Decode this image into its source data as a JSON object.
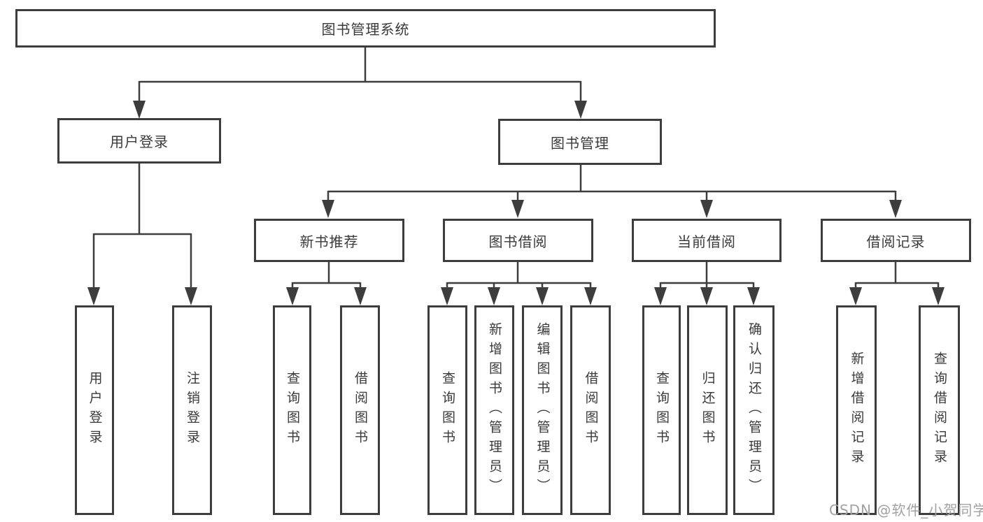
{
  "diagram": {
    "title": "图书管理系统",
    "branches": [
      {
        "label": "用户登录",
        "children": [
          "用户登录",
          "注销登录"
        ]
      },
      {
        "label": "图书管理",
        "children": [
          {
            "label": "新书推荐",
            "children": [
              "查询图书",
              "借阅图书"
            ]
          },
          {
            "label": "图书借阅",
            "children": [
              "查询图书",
              "新增图书（管理员）",
              "编辑图书（管理员）",
              "借阅图书"
            ]
          },
          {
            "label": "当前借阅",
            "children": [
              "查询图书",
              "归还图书",
              "确认归还（管理员）"
            ]
          },
          {
            "label": "借阅记录",
            "children": [
              "新增借阅记录",
              "查询借阅记录"
            ]
          }
        ]
      }
    ],
    "line_color": "#3d3d3d"
  },
  "watermark": {
    "text": "CSDN @软件_小贺同学",
    "color": "#a2a2a2"
  }
}
